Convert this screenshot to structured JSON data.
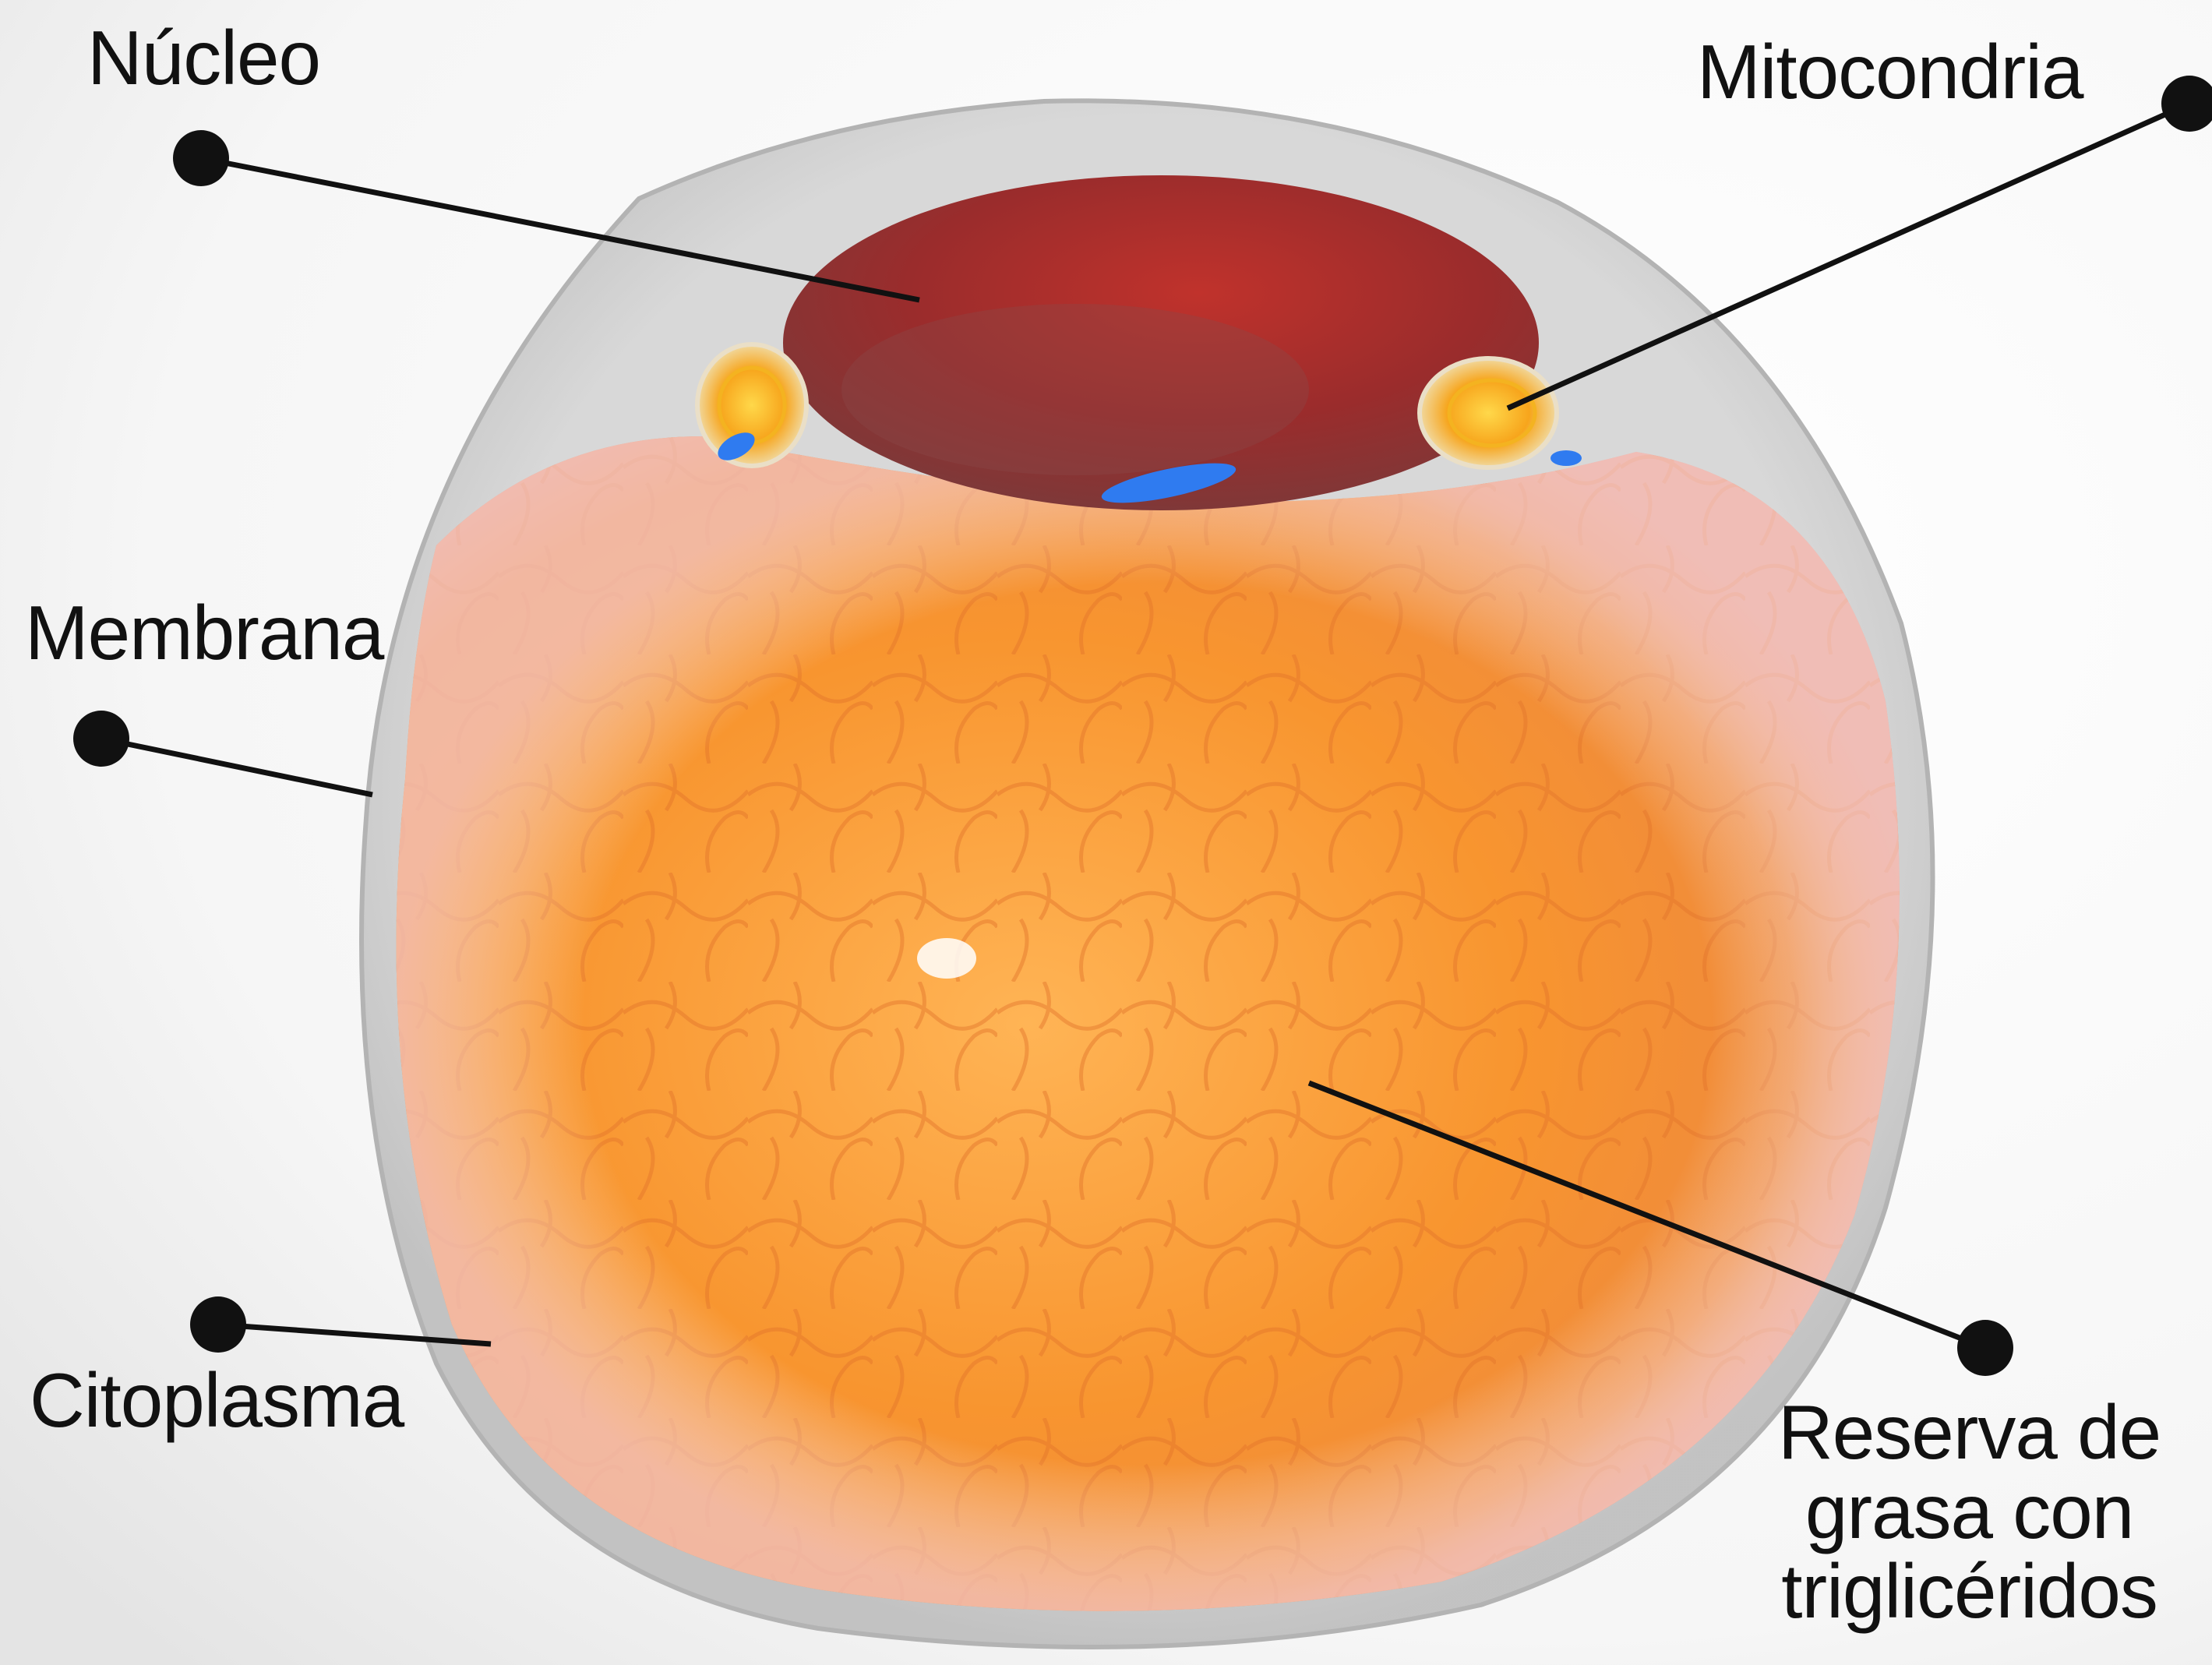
{
  "labels": {
    "nucleo": "Núcleo",
    "mitocondria": "Mitocondria",
    "membrana": "Membrana",
    "citoplasma": "Citoplasma",
    "reserva_line1": "Reserva de",
    "reserva_line2": "grasa con",
    "reserva_line3": "triglicéridos"
  },
  "colors": {
    "background": "#ffffff",
    "membrane": "#c9c9c9",
    "fat_reserve": "#f79a3a",
    "nucleus": "#9e2f2f",
    "mitochondria": "#f7c12a",
    "vesicle": "#2f7bf0",
    "leader_line": "#111111"
  }
}
